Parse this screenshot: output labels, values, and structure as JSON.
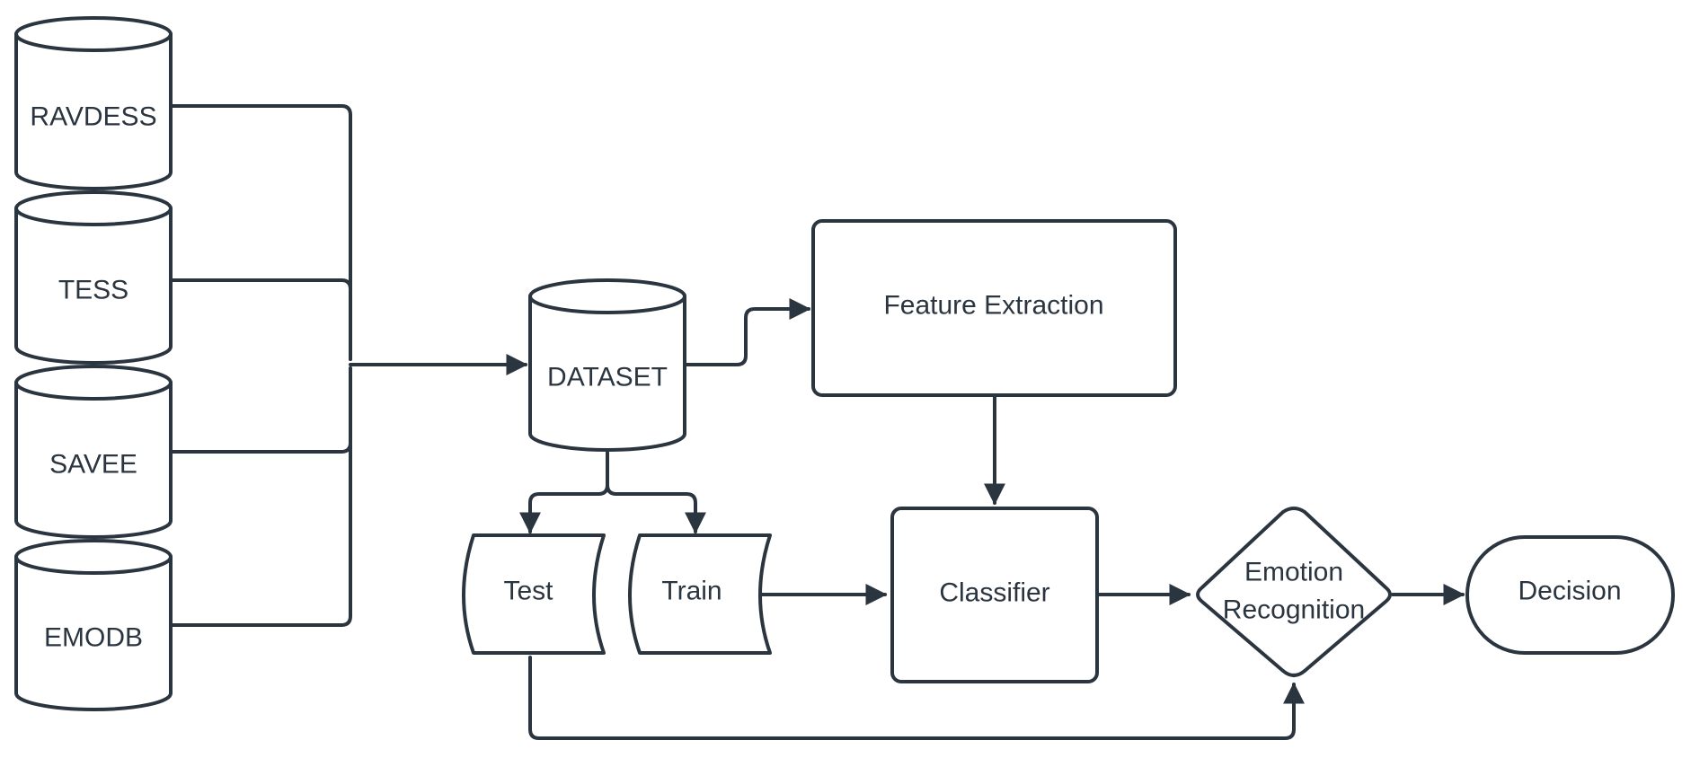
{
  "nodes": {
    "ravdess": "RAVDESS",
    "tess": "TESS",
    "savee": "SAVEE",
    "emodb": "EMODB",
    "dataset": "DATASET",
    "feature_extraction": "Feature Extraction",
    "test": "Test",
    "train": "Train",
    "classifier": "Classifier",
    "emotion_recognition_line1": "Emotion",
    "emotion_recognition_line2": "Recognition",
    "decision": "Decision"
  },
  "colors": {
    "stroke": "#2b3540",
    "fill": "#ffffff",
    "text": "#2b3540"
  }
}
